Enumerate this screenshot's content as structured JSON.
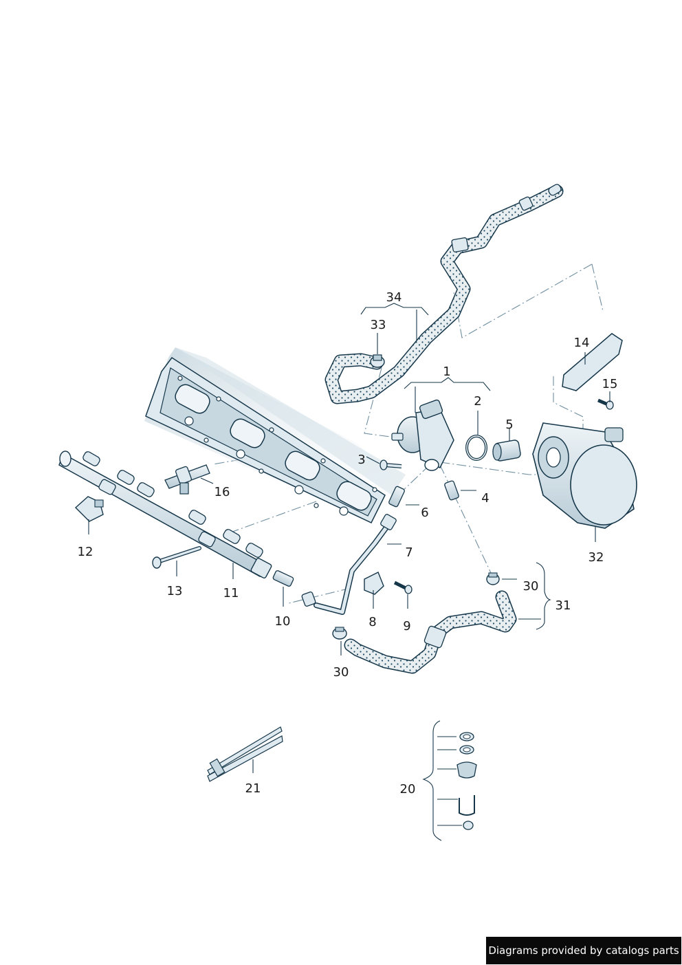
{
  "diagram": {
    "part_numbers": [
      "1",
      "2",
      "3",
      "4",
      "5",
      "6",
      "7",
      "8",
      "9",
      "10",
      "11",
      "12",
      "13",
      "14",
      "15",
      "16",
      "20",
      "21",
      "30",
      "31",
      "32",
      "33",
      "34",
      "30"
    ]
  },
  "footer": {
    "credit_text": "Diagrams provided by catalogs parts"
  },
  "colors": {
    "line": "#16374a",
    "part_fill": "#dfeaf0",
    "part_shade": "#b8cdd8",
    "hose_fill": "#e9eef1",
    "hose_dots": "#1f4e66",
    "leader": "#6f8ea0"
  }
}
